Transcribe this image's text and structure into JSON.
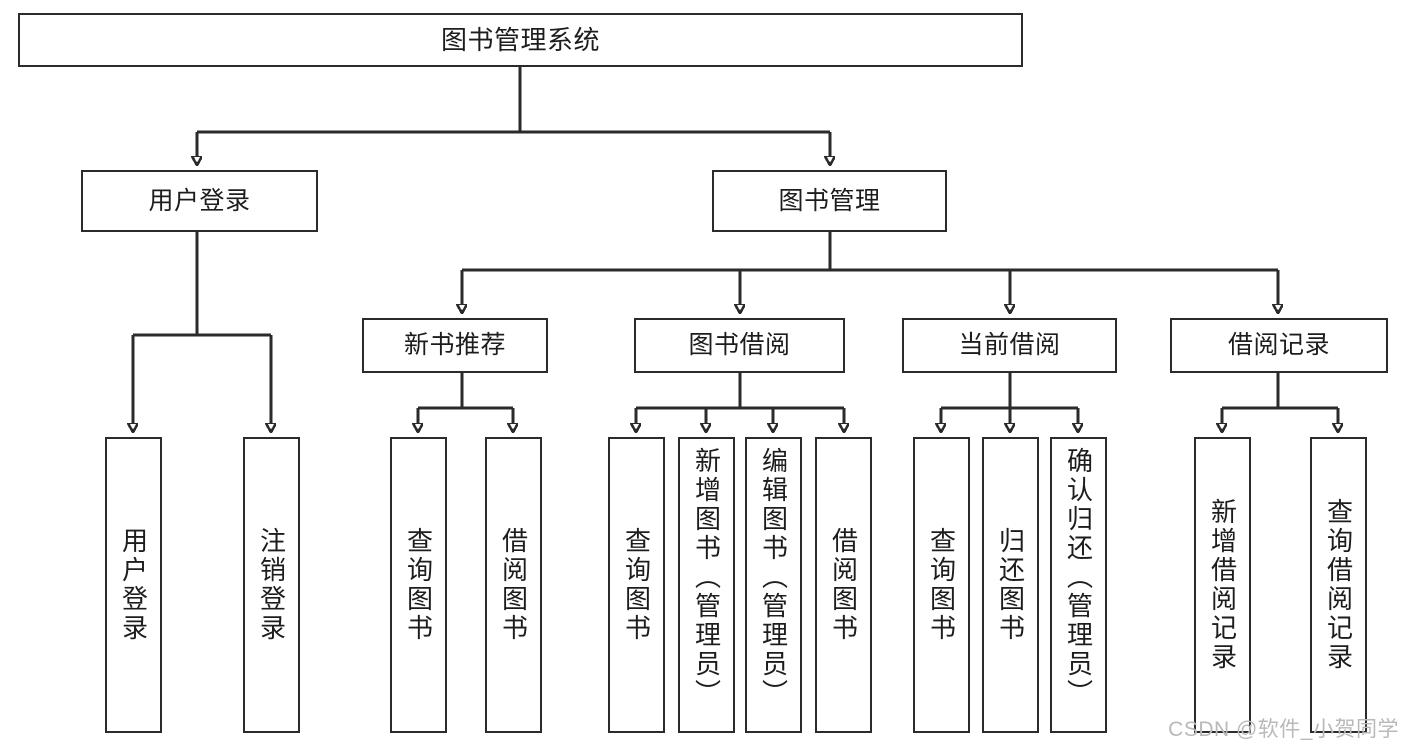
{
  "diagram": {
    "title": "图书管理系统",
    "type": "tree",
    "orientation": "top-down",
    "colors": {
      "stroke": "#2b2b2b",
      "box_fill": "#ffffff",
      "text": "#1d1d1d",
      "watermark": "#b9b9b9",
      "background": "#ffffff"
    }
  },
  "nodes": {
    "root": {
      "label": "图书管理系统"
    },
    "level2": [
      {
        "id": "user-login",
        "label": "用户登录"
      },
      {
        "id": "book-manage",
        "label": "图书管理"
      }
    ],
    "level3": [
      {
        "id": "new-book-recommend",
        "label": "新书推荐"
      },
      {
        "id": "book-borrow",
        "label": "图书借阅"
      },
      {
        "id": "current-borrow",
        "label": "当前借阅"
      },
      {
        "id": "borrow-record",
        "label": "借阅记录"
      }
    ],
    "leaves": {
      "user-login": [
        {
          "id": "leaf-user-login",
          "label": "用户登录"
        },
        {
          "id": "leaf-logout-login",
          "label": "注销登录"
        }
      ],
      "new-book-recommend": [
        {
          "id": "leaf-query-book-1",
          "label": "查询图书"
        },
        {
          "id": "leaf-borrow-book-1",
          "label": "借阅图书"
        }
      ],
      "book-borrow": [
        {
          "id": "leaf-query-book-2",
          "label": "查询图书"
        },
        {
          "id": "leaf-add-book",
          "label": "新增图书（管理员）"
        },
        {
          "id": "leaf-edit-book",
          "label": "编辑图书（管理员）"
        },
        {
          "id": "leaf-borrow-book-2",
          "label": "借阅图书"
        }
      ],
      "current-borrow": [
        {
          "id": "leaf-query-book-3",
          "label": "查询图书"
        },
        {
          "id": "leaf-return-book",
          "label": "归还图书"
        },
        {
          "id": "leaf-confirm-return",
          "label": "确认归还（管理员）"
        }
      ],
      "borrow-record": [
        {
          "id": "leaf-add-record",
          "label": "新增借阅记录"
        },
        {
          "id": "leaf-query-record",
          "label": "查询借阅记录"
        }
      ]
    }
  },
  "watermark": {
    "text": "CSDN @软件_小贺同学"
  }
}
